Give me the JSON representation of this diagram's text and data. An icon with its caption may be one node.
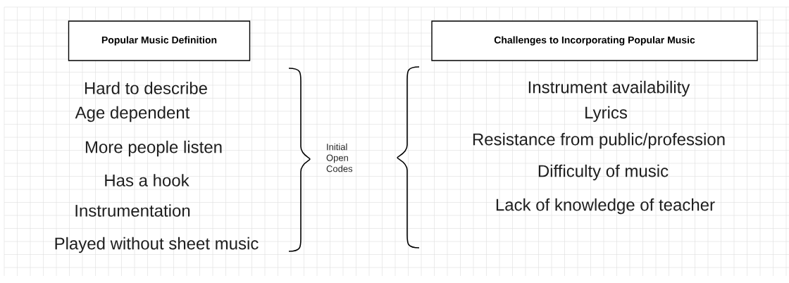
{
  "diagram": {
    "nodes": [
      {
        "text": [
          "Popular Music Definition"
        ]
      },
      {
        "text": [
          "Challenges to Incorporating Popular Music"
        ]
      }
    ],
    "edges": [],
    "labels": [
      "Hard to describe",
      "Age dependent",
      "More people listen",
      "Has a hook",
      "Instrumentation",
      "Played without sheet music",
      "Initial Open Codes",
      "Instrument availability",
      "Lyrics",
      "Resistance from public/profession",
      "Difficulty of music",
      "Lack of knowledge of teacher"
    ]
  }
}
